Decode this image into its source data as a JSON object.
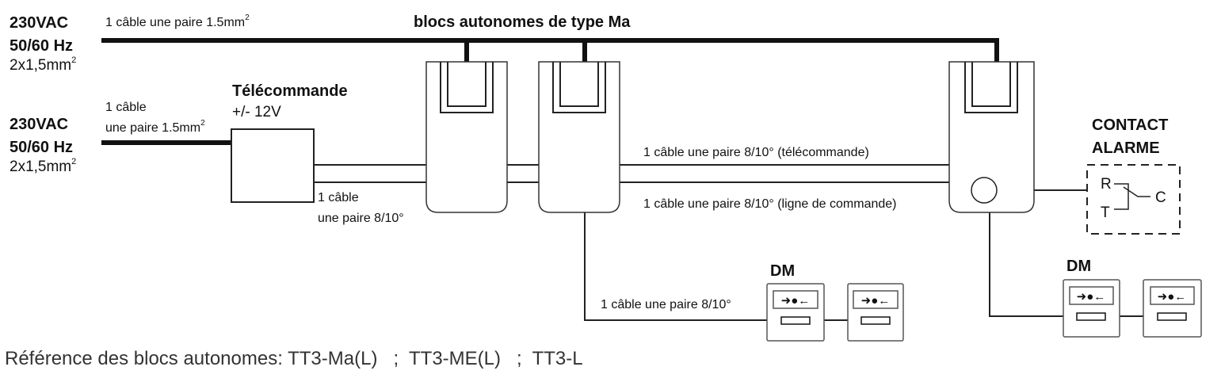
{
  "supply1": {
    "voltage": "230VAC",
    "freq": "50/60 Hz",
    "section": "2x1,5mm",
    "sup": "2",
    "cable": "1 câble une paire 1.5mm",
    "cable_sup": "2"
  },
  "supply2": {
    "voltage": "230VAC",
    "freq": "50/60 Hz",
    "section": "2x1,5mm",
    "sup": "2",
    "cable_line1": "1 câble",
    "cable_line2": "une paire 1.5mm",
    "cable_sup": "2"
  },
  "title": "blocs autonomes de type Ma",
  "telecommande": {
    "title": "Télécommande",
    "voltage": "+/- 12V",
    "cable_line1": "1 câble",
    "cable_line2": "une paire 8/10°"
  },
  "lines": {
    "telecommande": "1 câble une paire 8/10° (télécommande)",
    "commande": "1 câble une paire 8/10° (ligne de commande)",
    "dm_cable": "1 câble une paire 8/10°"
  },
  "contact": {
    "title_line1": "CONTACT",
    "title_line2": "ALARME",
    "r": "R",
    "t": "T",
    "c": "C"
  },
  "dm_label": "DM",
  "reference": "Référence des blocs autonomes: TT3-Ma(L)   ;  TT3-ME(L)   ;  TT3-L"
}
